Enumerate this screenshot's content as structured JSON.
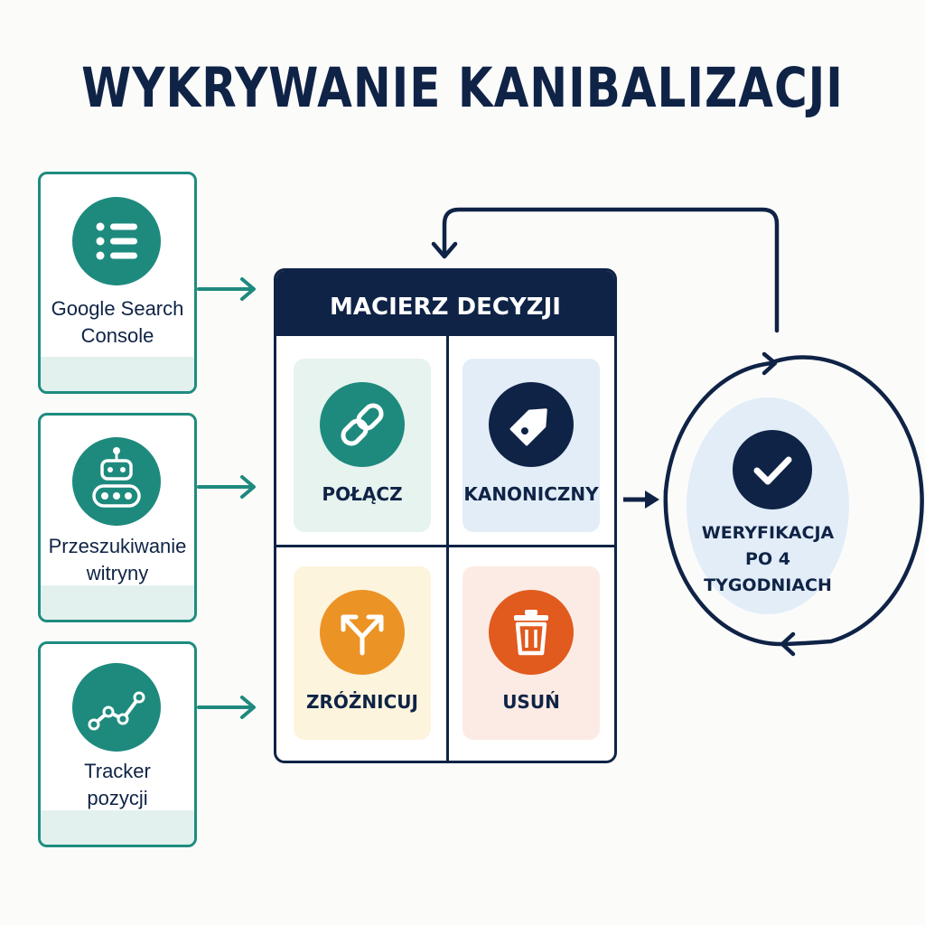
{
  "title": "WYKRYWANIE KANIBALIZACJI",
  "sources": [
    {
      "label_line1": "Google Search",
      "label_line2": "Console",
      "icon": "list-icon"
    },
    {
      "label_line1": "Przeszukiwanie",
      "label_line2": "witryny",
      "icon": "robot-crawler-icon"
    },
    {
      "label_line1": "Tracker",
      "label_line2": "pozycji",
      "icon": "line-chart-icon"
    }
  ],
  "matrix": {
    "header": "MACIERZ DECYZJI",
    "cells": [
      {
        "label": "POŁĄCZ",
        "icon": "link-icon",
        "color": "#1e8a7e",
        "bg": "#e6f3ef"
      },
      {
        "label": "KANONICZNY",
        "icon": "tag-icon",
        "color": "#0f2346",
        "bg": "#e2edf8"
      },
      {
        "label": "ZRÓŻNICUJ",
        "icon": "split-arrows-icon",
        "color": "#ec9325",
        "bg": "#fdf4dd"
      },
      {
        "label": "USUŃ",
        "icon": "trash-icon",
        "color": "#e15a1e",
        "bg": "#fcebe4"
      }
    ]
  },
  "verification": {
    "line1": "WERYFIKACJA",
    "line2": "PO 4",
    "line3": "TYGODNIACH",
    "icon": "checkmark-icon"
  },
  "colors": {
    "navy": "#0f2346",
    "teal": "#1e8a7e",
    "orange": "#ec9325",
    "red_orange": "#e15a1e"
  }
}
